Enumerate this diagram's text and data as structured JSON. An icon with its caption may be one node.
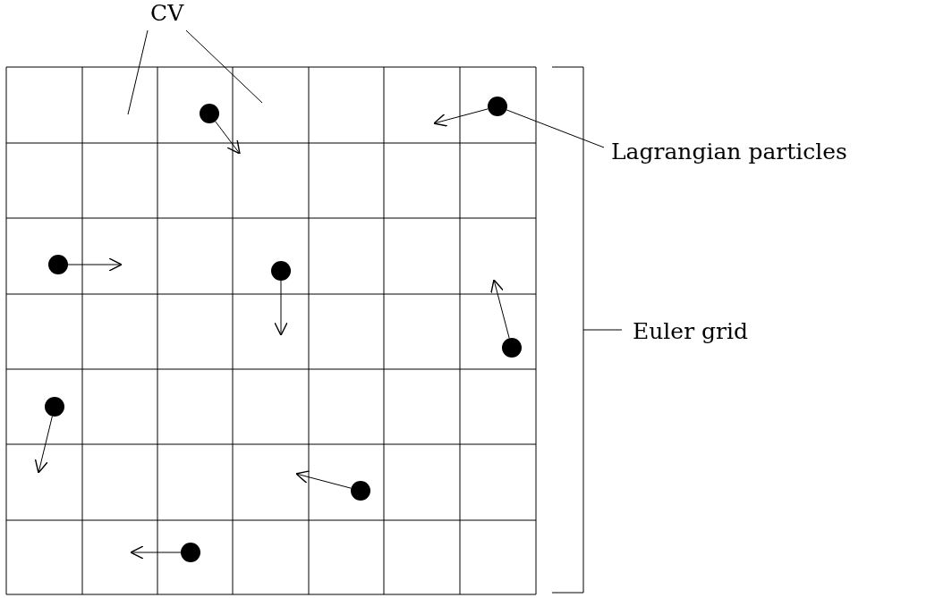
{
  "diagram": {
    "nodes": [
      {
        "text": [
          "CV"
        ]
      },
      {
        "text": [
          "Lagrangian particles"
        ]
      },
      {
        "text": [],
        "shape": "circle"
      }
    ],
    "edges": [
      {
        "from": 0,
        "to": null,
        "arrow": "none"
      },
      {
        "from": 0,
        "to": null,
        "arrow": "none"
      },
      {
        "from": 1,
        "to": 2,
        "arrow": "none"
      }
    ],
    "labels": [
      "Euler grid"
    ]
  }
}
